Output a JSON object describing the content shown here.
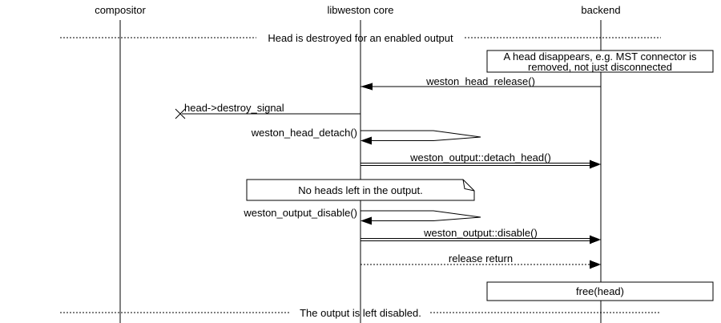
{
  "colors": {
    "background": "#ffffff",
    "line": "#000000",
    "text": "#000000"
  },
  "participants": [
    {
      "label": "compositor"
    },
    {
      "label": "libweston core"
    },
    {
      "label": "backend"
    }
  ],
  "dividers": [
    {
      "label": "Head is destroyed for an enabled output"
    },
    {
      "label": "The output is left disabled."
    }
  ],
  "notes": [
    {
      "shape": "box",
      "lifeline": "backend",
      "text": "A head disappears, e.g. MST connector is removed, not just disconnected"
    },
    {
      "shape": "note",
      "lifeline": "libweston core",
      "text": "No heads left in the output."
    },
    {
      "shape": "box",
      "lifeline": "backend",
      "text": "free(head)"
    }
  ],
  "messages": [
    {
      "label": "weston_head_release()",
      "from": "backend",
      "to": "libweston core",
      "line": "solid"
    },
    {
      "label": "head->destroy_signal",
      "from": "libweston core",
      "to": "lost",
      "line": "solid"
    },
    {
      "label": "weston_head_detach()",
      "from": "libweston core",
      "to": "libweston core",
      "line": "self-call"
    },
    {
      "label": "weston_output::detach_head()",
      "from": "libweston core",
      "to": "backend",
      "line": "double"
    },
    {
      "label": "weston_output_disable()",
      "from": "libweston core",
      "to": "libweston core",
      "line": "self-call"
    },
    {
      "label": "weston_output::disable()",
      "from": "libweston core",
      "to": "backend",
      "line": "double"
    },
    {
      "label": "release return",
      "from": "libweston core",
      "to": "backend",
      "line": "dashed"
    }
  ]
}
